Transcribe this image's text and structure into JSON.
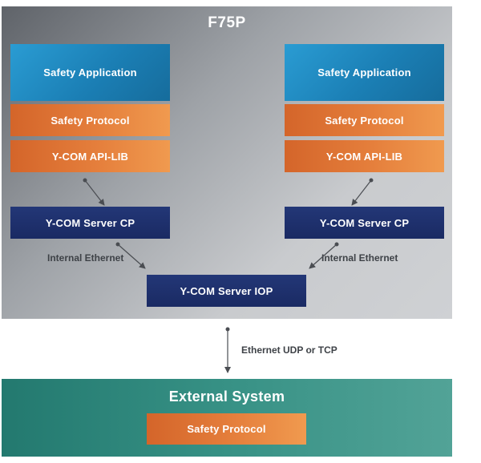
{
  "controller": {
    "title": "F75P",
    "left_stack": {
      "app": "Safety Application",
      "protocol": "Safety Protocol",
      "lib": "Y-COM API-LIB",
      "server_cp": "Y-COM Server CP",
      "link_label": "Internal Ethernet"
    },
    "right_stack": {
      "app": "Safety Application",
      "protocol": "Safety Protocol",
      "lib": "Y-COM API-LIB",
      "server_cp": "Y-COM Server CP",
      "link_label": "Internal Ethernet"
    },
    "server_iop": "Y-COM Server IOP"
  },
  "connection": {
    "label": "Ethernet UDP or TCP"
  },
  "external_system": {
    "title": "External System",
    "protocol": "Safety Protocol"
  },
  "colors": {
    "controller_bg": "#9ea2a7",
    "application_blue": "#1b7fb5",
    "protocol_orange": "#e57f3c",
    "server_navy": "#1f306d",
    "external_teal": "#379185",
    "connector": "#4a4d52"
  }
}
